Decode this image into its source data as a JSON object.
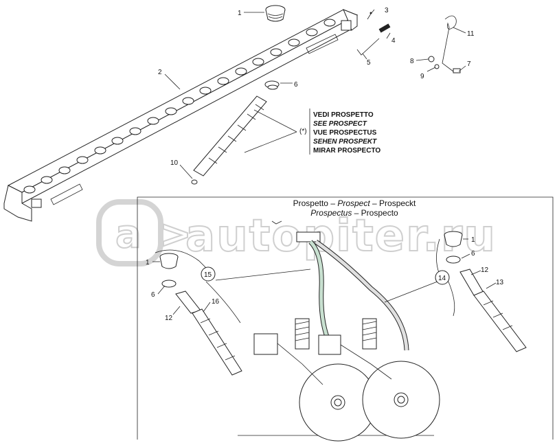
{
  "callouts": {
    "n1": "1",
    "n2": "2",
    "n3": "3",
    "n4": "4",
    "n5": "5",
    "n6": "6",
    "n7": "7",
    "n8": "8",
    "n9": "9",
    "n10": "10",
    "n11": "11",
    "n12": "12",
    "n13": "13",
    "n14": "14",
    "n15": "15",
    "n16": "16",
    "star": "(*)"
  },
  "note": {
    "line1": "VEDI PROSPETTO",
    "line2": "SEE PROSPECT",
    "line3": "VUE PROSPECTUS",
    "line4": "SEHEN PROSPEKT",
    "line5": "MIRAR PROSPECTO"
  },
  "inset": {
    "title_a": "Prospetto",
    "dash1": " – ",
    "title_b": "Prospect",
    "dash2": " – ",
    "title_c": "Prospeckt",
    "sub_a": "Prospectus",
    "dash3": " – ",
    "sub_b": "Prospecto"
  },
  "watermark": {
    "text": "autopiter.ru"
  }
}
